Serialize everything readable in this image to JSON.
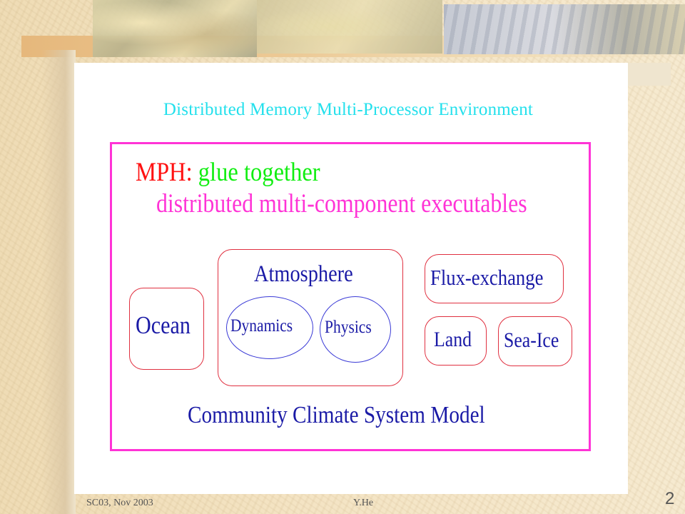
{
  "slide": {
    "title": "Distributed Memory Multi-Processor Environment",
    "footer_left": "SC03, Nov 2003",
    "footer_center": "Y.He",
    "page_number": "2"
  },
  "diagram": {
    "heading_key": "MPH:",
    "heading_rest": " glue together",
    "subheading": "distributed multi-component executables",
    "components": {
      "ocean": "Ocean",
      "atmosphere": "Atmosphere",
      "dynamics": "Dynamics",
      "physics": "Physics",
      "flux_exchange": "Flux-exchange",
      "land": "Land",
      "sea_ice": "Sea-Ice"
    },
    "model_name": "Community Climate System Model"
  },
  "colors": {
    "title": "#24e0ec",
    "frame": "#ff33d6",
    "mph_key": "#ff1111",
    "mph_glue": "#11ee11",
    "box_border": "#e03040",
    "label_text": "#1a1aa6",
    "ellipse_border": "#3a3ad6"
  }
}
